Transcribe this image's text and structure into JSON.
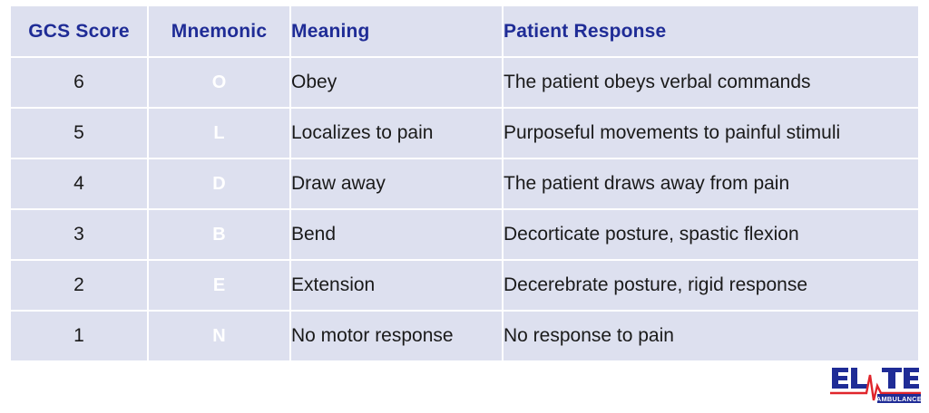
{
  "table": {
    "headers": [
      {
        "key": "score",
        "label": "GCS Score"
      },
      {
        "key": "mnemonic",
        "label": "Mnemonic"
      },
      {
        "key": "meaning",
        "label": "Meaning"
      },
      {
        "key": "response",
        "label": "Patient Response"
      }
    ],
    "rows": [
      {
        "score": "6",
        "mnemonic": "O",
        "meaning": "Obey",
        "response": "The patient obeys verbal commands"
      },
      {
        "score": "5",
        "mnemonic": "L",
        "meaning": "Localizes to pain",
        "response": "Purposeful movements to painful stimuli"
      },
      {
        "score": "4",
        "mnemonic": "D",
        "meaning": "Draw away",
        "response": "The patient draws away from pain"
      },
      {
        "score": "3",
        "mnemonic": "B",
        "meaning": "Bend",
        "response": "Decorticate posture, spastic flexion"
      },
      {
        "score": "2",
        "mnemonic": "E",
        "meaning": "Extension",
        "response": "Decerebrate posture, rigid response"
      },
      {
        "score": "1",
        "mnemonic": "N",
        "meaning": "No motor response",
        "response": "No response to pain"
      }
    ]
  },
  "logo": {
    "name": "elite-ambulance-logo",
    "wordmark": "ELITE",
    "tagline": "AMBULANCE",
    "brand_blue": "#1f2c96",
    "brand_red": "#e0252b"
  },
  "colors": {
    "header_text": "#1f2c96",
    "cell_background": "#dde0ef",
    "mnemonic_background": "#15297f",
    "mnemonic_text": "#ffffff",
    "body_text": "#1a1a1a",
    "page_background": "#ffffff"
  }
}
